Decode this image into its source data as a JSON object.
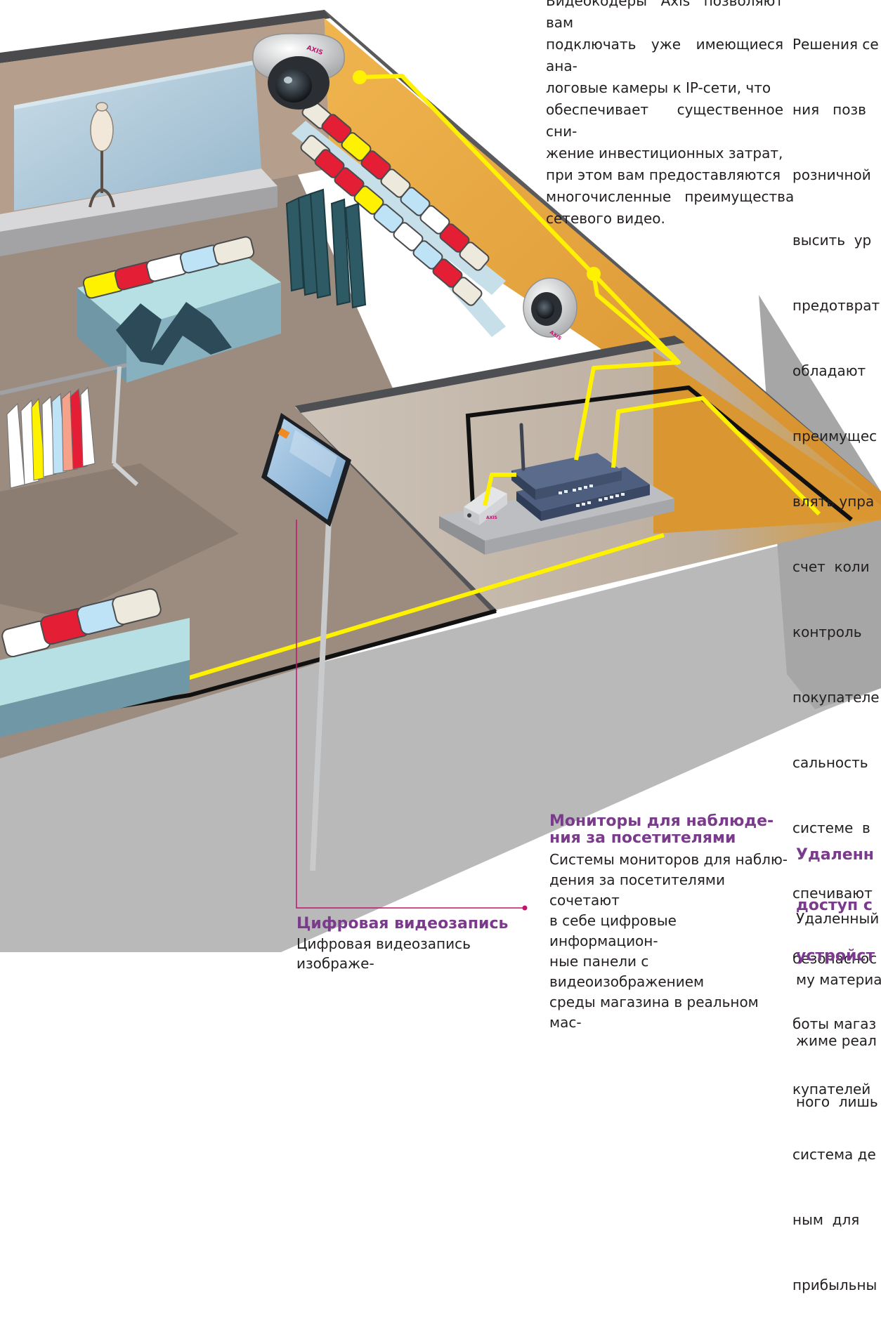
{
  "texts": {
    "encoders_text": [
      "Видеокодеры Axis позволяют вам",
      "подключать уже имеющиеся ана-",
      "логовые камеры к IP-сети, что",
      "обеспечивает существенное сни-",
      "жение инвестиционных затрат,",
      "при этом вам предоставляются",
      "многочисленные   преимущества",
      "сетевого видео."
    ],
    "network_solutions_text": [
      "Решения се",
      "ния   позв",
      "розничной",
      "высить  ур",
      "предотврат",
      "обладают",
      "преимущес",
      "влять упра",
      "счет  коли",
      "контроль",
      "покупателе",
      "сальность",
      "системе  в",
      "спечивают",
      "безопаснос",
      "боты магаз",
      "купателей",
      "система де",
      "ным  для",
      "прибыльны"
    ],
    "monitors_heading": [
      "Мониторы для наблюде-",
      "ния за посетителями"
    ],
    "monitors_text": [
      "Системы мониторов для наблю-",
      "дения за посетителями сочетают",
      "в себе цифровые информацион-",
      "ные панели с видеоизображением",
      "среды магазина в реальном мас-"
    ],
    "remote_heading": [
      "Удаленн",
      "доступ с",
      "устройст"
    ],
    "remote_text": [
      "Удаленный",
      "му материа",
      "жиме реал",
      "ного  лишь"
    ],
    "dvr_heading": "Цифровая видеозапись",
    "dvr_text": "Цифровая видеозапись изображе-"
  },
  "labels": {
    "dome_camera_brand": "AXIS",
    "mini_camera_brand": "AXIS",
    "encoder_brand": "AXIS"
  },
  "colors": {
    "cable_yellow": "#fff200",
    "cable_black": "#111111",
    "accent_purple": "#7b3b8d",
    "pointer_magenta": "#c2136f",
    "wall_orange": "#e8a73e",
    "floor_taupe": "#9a8b7e",
    "outer_wall_grey": "#b7b7b8"
  }
}
